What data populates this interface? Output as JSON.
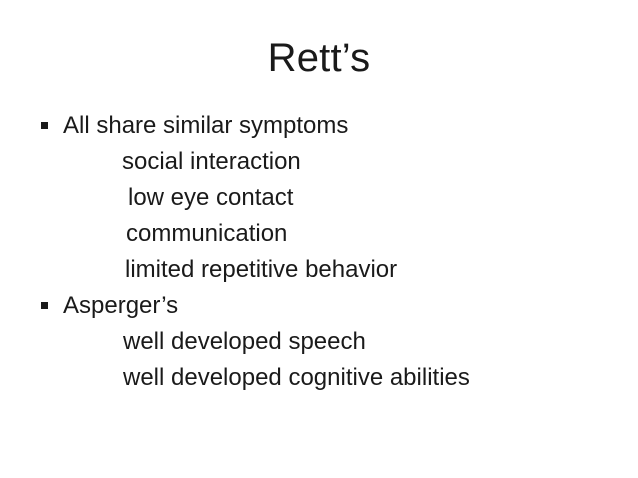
{
  "slide": {
    "title": "Rett’s",
    "background_color": "#ffffff",
    "text_color": "#1a1a1a",
    "bullet_glyph": "square-bullet",
    "lines": [
      {
        "text": "All share similar symptoms",
        "level": 1,
        "bulleted": true
      },
      {
        "text": "social interaction",
        "level": 2,
        "bulleted": false
      },
      {
        "text": "low eye contact",
        "level": 2,
        "bulleted": false
      },
      {
        "text": "communication",
        "level": 2,
        "bulleted": false
      },
      {
        "text": "limited repetitive behavior",
        "level": 2,
        "bulleted": false
      },
      {
        "text": "Asperger’s",
        "level": 1,
        "bulleted": true
      },
      {
        "text": "well developed speech",
        "level": 2,
        "bulleted": false
      },
      {
        "text": "well developed cognitive abilities",
        "level": 2,
        "bulleted": false
      }
    ]
  }
}
